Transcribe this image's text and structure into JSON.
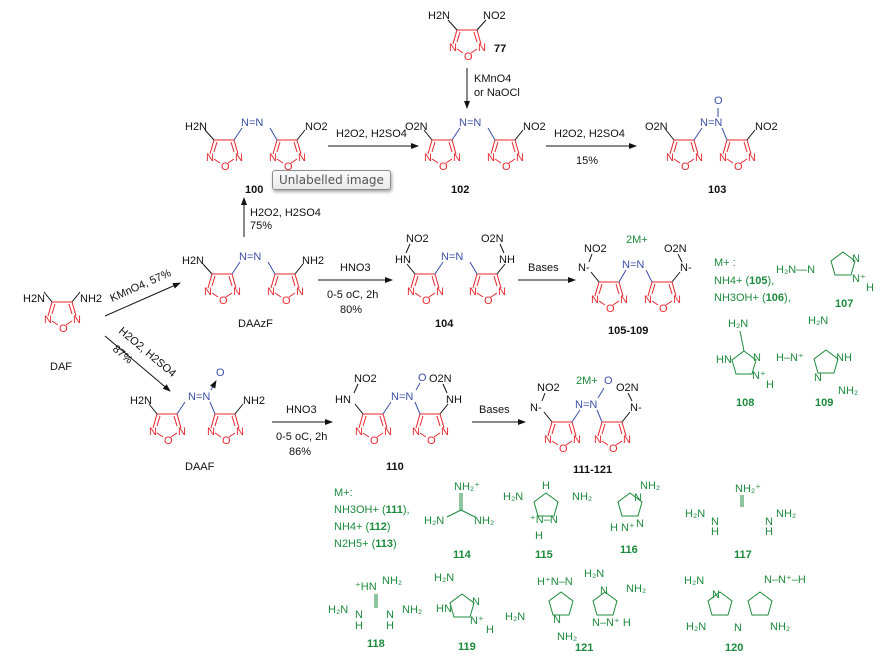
{
  "compounds": {
    "c77": {
      "label": "77",
      "sub_left": "H2N",
      "sub_right": "NO2"
    },
    "c100": {
      "label": "100",
      "sub_left": "H2N",
      "sub_right": "NO2",
      "bridge": "N=N"
    },
    "c102": {
      "label": "102",
      "sub_left": "O2N",
      "sub_right": "NO2",
      "bridge": "N=N"
    },
    "c103": {
      "label": "103",
      "sub_left": "O2N",
      "sub_right": "NO2",
      "bridge": "N=N",
      "oxide": "O"
    },
    "daf": {
      "label": "DAF",
      "sub_left": "H2N",
      "sub_right": "NH2"
    },
    "daazf": {
      "label": "DAAzF",
      "sub_left": "H2N",
      "sub_right": "NH2",
      "bridge": "N=N"
    },
    "daaf": {
      "label": "DAAF",
      "sub_left": "H2N",
      "sub_right": "NH2",
      "bridge": "N=N",
      "oxide": "O"
    },
    "c104": {
      "label": "104",
      "sub_left_top": "NO2",
      "sub_left": "HN",
      "sub_right_top": "O2N",
      "sub_right": "NH",
      "bridge": "N=N"
    },
    "c105_109": {
      "label": "105-109",
      "salt": "2M+",
      "sub_left_top": "NO2",
      "sub_left": "N-",
      "sub_right_top": "O2N",
      "sub_right": "N-",
      "bridge": "N=N"
    },
    "c110": {
      "label": "110",
      "sub_left_top": "NO2",
      "sub_left": "HN",
      "sub_right_top": "O2N",
      "sub_right": "NH",
      "bridge": "N=N",
      "oxide": "O"
    },
    "c111_121": {
      "label": "111-121",
      "salt": "2M+",
      "sub_left_top": "NO2",
      "sub_left": "N-",
      "sub_right_top": "O2N",
      "sub_right": "N-",
      "bridge": "N=N",
      "oxide": "O"
    }
  },
  "ring_atoms": {
    "n": "N",
    "o": "O"
  },
  "reactions": {
    "r77_102": {
      "line1": "KMnO4",
      "line2": "or NaOCl"
    },
    "r100_102": {
      "line1": "H2O2, H2SO4"
    },
    "r102_103": {
      "line1": "H2O2, H2SO4",
      "line2": "15%"
    },
    "rdaazf_100": {
      "line1": "H2O2, H2SO4",
      "line2": "75%"
    },
    "rdaf_daazf": {
      "line1": "KMnO4, 57%"
    },
    "rdaf_daaf": {
      "line1": "H2O2, H2SO4",
      "line2": "87%"
    },
    "rdaazf_104": {
      "line1": "HNO3",
      "line2": "0-5 oC, 2h",
      "line3": "80%"
    },
    "r104_105": {
      "line1": "Bases"
    },
    "rdaaf_110": {
      "line1": "HNO3",
      "line2": "0-5 oC, 2h",
      "line3": "86%"
    },
    "r110_111": {
      "line1": "Bases"
    }
  },
  "cations_a": {
    "header": "M+ :",
    "items": [
      {
        "formula": "NH4+",
        "num": "105"
      },
      {
        "formula": "NH3OH+",
        "num": "106"
      }
    ],
    "structures": [
      {
        "label": "107",
        "desc": "4-amino-1,2,4-triazolium"
      },
      {
        "label": "108",
        "desc": "3-amino-1,2,4-triazolium"
      },
      {
        "label": "109",
        "desc": "3,5-diamino-1,2,4-triazolium"
      }
    ]
  },
  "cations_b": {
    "header": "M+:",
    "items": [
      {
        "formula": "NH3OH+",
        "num": "111"
      },
      {
        "formula": "NH4+",
        "num": "112"
      },
      {
        "formula": "N2H5+",
        "num": "113"
      }
    ],
    "structures": [
      {
        "label": "114",
        "desc": "guanidinium"
      },
      {
        "label": "115",
        "desc": "3,5-diamino-1,2,4-triazolium"
      },
      {
        "label": "116",
        "desc": "4-amino-1,2,4-triazolium"
      },
      {
        "label": "117",
        "desc": "diaminoguanidinium"
      },
      {
        "label": "118",
        "desc": "triaminoguanidinium"
      },
      {
        "label": "119",
        "desc": "3-amino-1,2,4-triazolium"
      },
      {
        "label": "121",
        "desc": "bis-triazolium"
      },
      {
        "label": "120",
        "desc": "fused bicyclic triazolium"
      }
    ]
  },
  "tooltip": {
    "text": "Unlabelled image"
  },
  "colors": {
    "ring": "#e8262e",
    "azo": "#3b4fa8",
    "cation": "#1c8a3c",
    "text": "#111111"
  }
}
